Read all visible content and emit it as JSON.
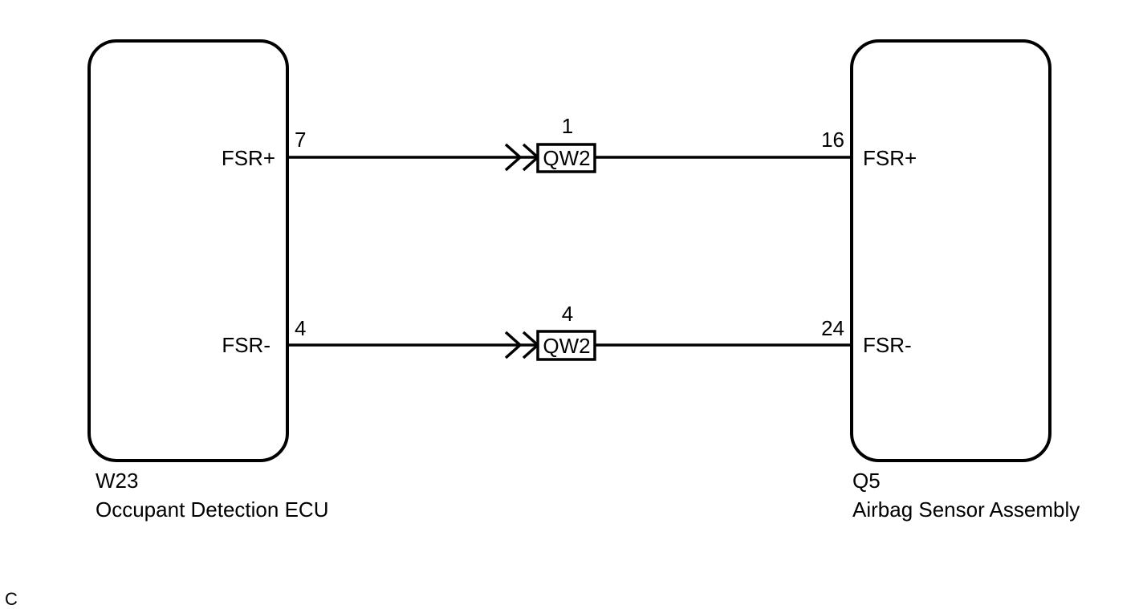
{
  "components": {
    "left": {
      "id": "W23",
      "name": "Occupant Detection ECU",
      "pins": [
        {
          "signal": "FSR+",
          "pin": "7"
        },
        {
          "signal": "FSR-",
          "pin": "4"
        }
      ]
    },
    "right": {
      "id": "Q5",
      "name": "Airbag Sensor Assembly",
      "pins": [
        {
          "signal": "FSR+",
          "pin": "16"
        },
        {
          "signal": "FSR-",
          "pin": "24"
        }
      ]
    }
  },
  "connectors": [
    {
      "label": "QW2",
      "pin": "1"
    },
    {
      "label": "QW2",
      "pin": "4"
    }
  ],
  "footer": {
    "code": "C"
  }
}
